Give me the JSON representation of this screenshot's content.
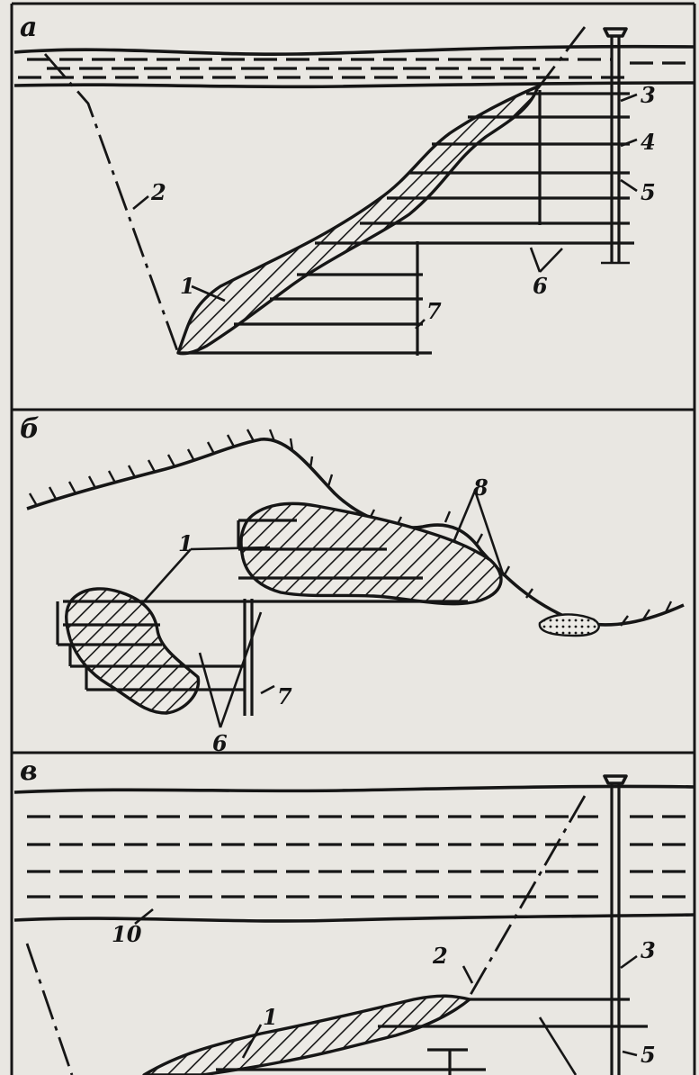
{
  "panels": [
    {
      "id": "a",
      "label": "а"
    },
    {
      "id": "b",
      "label": "б"
    },
    {
      "id": "c",
      "label": "в"
    }
  ],
  "callouts": {
    "a": [
      "1",
      "2",
      "3",
      "4",
      "5",
      "6",
      "7"
    ],
    "b": [
      "1",
      "6",
      "7",
      "8"
    ],
    "c": [
      "1",
      "2",
      "3",
      "5",
      "10"
    ]
  },
  "colors": {
    "ink": "#161616",
    "paper": "#e9e7e2"
  }
}
